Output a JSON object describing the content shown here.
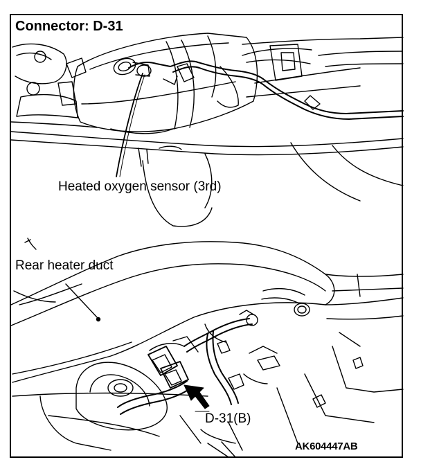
{
  "diagram": {
    "title": "Connector: D-31",
    "labels": {
      "sensor": "Heated oxygen sensor (3rd)",
      "duct": "Rear heater duct",
      "connector": "D-31(B)"
    },
    "figure_code": "AK604447AB"
  },
  "colors": {
    "line": "#000000",
    "background": "#ffffff"
  }
}
